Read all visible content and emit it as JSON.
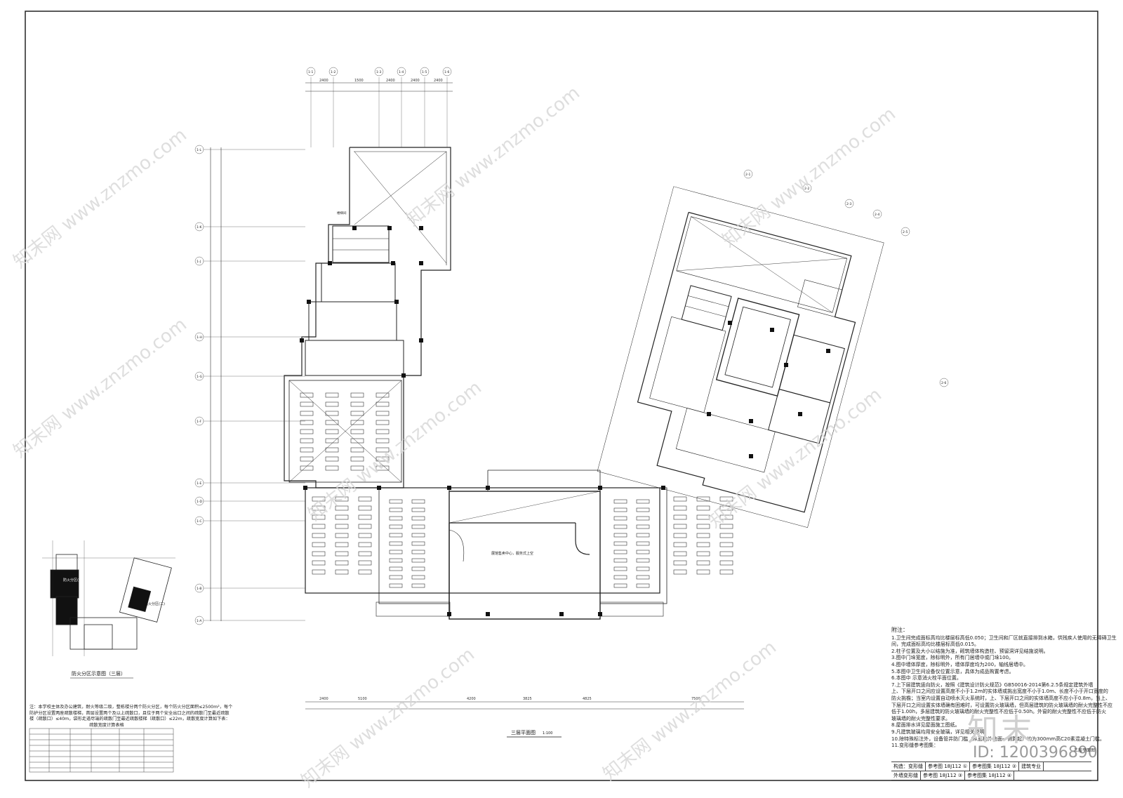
{
  "drawing": {
    "title": "三层平面图",
    "scale": "1:100",
    "fire_zone_title": "防火分区示意图（三层）",
    "fire_zone_1": "防火分区(一)",
    "fire_zone_2": "防火分区(二)",
    "sheet_name": "三层平面图",
    "center_note": "展馆售卖中心，服务式上空",
    "stair_label": "楼梯间"
  },
  "grid_top": [
    "1-1",
    "1-2",
    "1-3",
    "1-4",
    "1-5",
    "1-6"
  ],
  "grid_left": [
    "1-L",
    "1-K",
    "1-J",
    "1-H",
    "1-G",
    "1-F",
    "1-E",
    "1-D",
    "1-C",
    "1-B",
    "1-A"
  ],
  "grid_right": [
    "2-1",
    "2-2",
    "2-3",
    "2-4",
    "2-5",
    "2-6"
  ],
  "dims_top": [
    "2400",
    "1500",
    "2400",
    "2400",
    "2400"
  ],
  "dims_bottom": [
    "2400",
    "5100",
    "4200",
    "3825",
    "4825",
    "7500"
  ],
  "notes": {
    "heading": "附注：",
    "lines": [
      "1.卫生间完成面标高均比楼层标高低0.050；卫生间和厂区就直接排到水箱，供残疾人使用的无障碍卫生",
      "  间，完成面标高均比楼层标高低0.015。",
      "2.柱子位置及大小以结施为准，砌筑墙体构造柱、预留洞详见结施说明。",
      "3.图中门垛宽度，除标明外，所有门居墙中或门垛100。",
      "4.图中墙体厚度，除标明外，墙体厚度均为200，轴线居墙中。",
      "5.本图中卫生间设备仅位置示意，具体为成品购置考虑。",
      "6.本图中        示意消火栓平面位置。",
      "7.上下层建筑竖向防火，按照《建筑设计防火规范》GB50016-2014第6.2.5条规定建筑外墙",
      "  上、下层开口之间应设置高度不小于1.2m的实体墙或挑出宽度不小于1.0m、长度不小于开口宽度的",
      "  防火挑檐；当室内设置自动喷水灭火系统时，上、下层开口之间的实体墙高度不应小于0.8m，当上、",
      "  下层开口之间设置实体墙确有困难时，可设置防火玻璃墙，但高层建筑的防火玻璃墙的耐火完整性不应",
      "  低于1.00h，多层建筑的防火玻璃墙的耐火完整性不应低于0.50h。外窗的耐火完整性不应低于防火",
      "  玻璃墙的耐火完整性要求。",
      "8.屋面排水详见屋面施工图纸。",
      "9.凡建筑玻璃均用安全玻璃，详见相关说明。",
      "10.除特殊标注外，设备管井防门槛（从面构外地面一侧算起）均为300mm高C20素混凝土门槛。",
      "11.变形缝参考图集："
    ]
  },
  "left_note": {
    "lines": [
      "注：本学校主体及办公建筑，耐火等级二级，整栋楼分两个防火分区，每个防火分区面积≤2500m²，每个",
      "防护分区设置两座疏散楼梯，首层设置两个及以上疏散口，且位于两个安全出口之间的疏散门至最近疏散",
      "楼（疏散口）≤40m，袋形走道尽端的疏散门至最近疏散楼梯（疏散口）≤22m，疏散宽度计算如下表：",
      "疏散宽度计算表格"
    ]
  },
  "titleblock": {
    "row1": [
      "构造：变形缝",
      "参考图 18J112 ①",
      "参考图集 18J112 ②",
      "建筑专业"
    ],
    "row2": [
      "外墙变形缝",
      "参考图 18J112 ③",
      "参考图集 18J112 ④"
    ]
  },
  "brand": "知末",
  "image_id": "ID: 1200396890",
  "watermark": "知末网 www.znzmo.com"
}
